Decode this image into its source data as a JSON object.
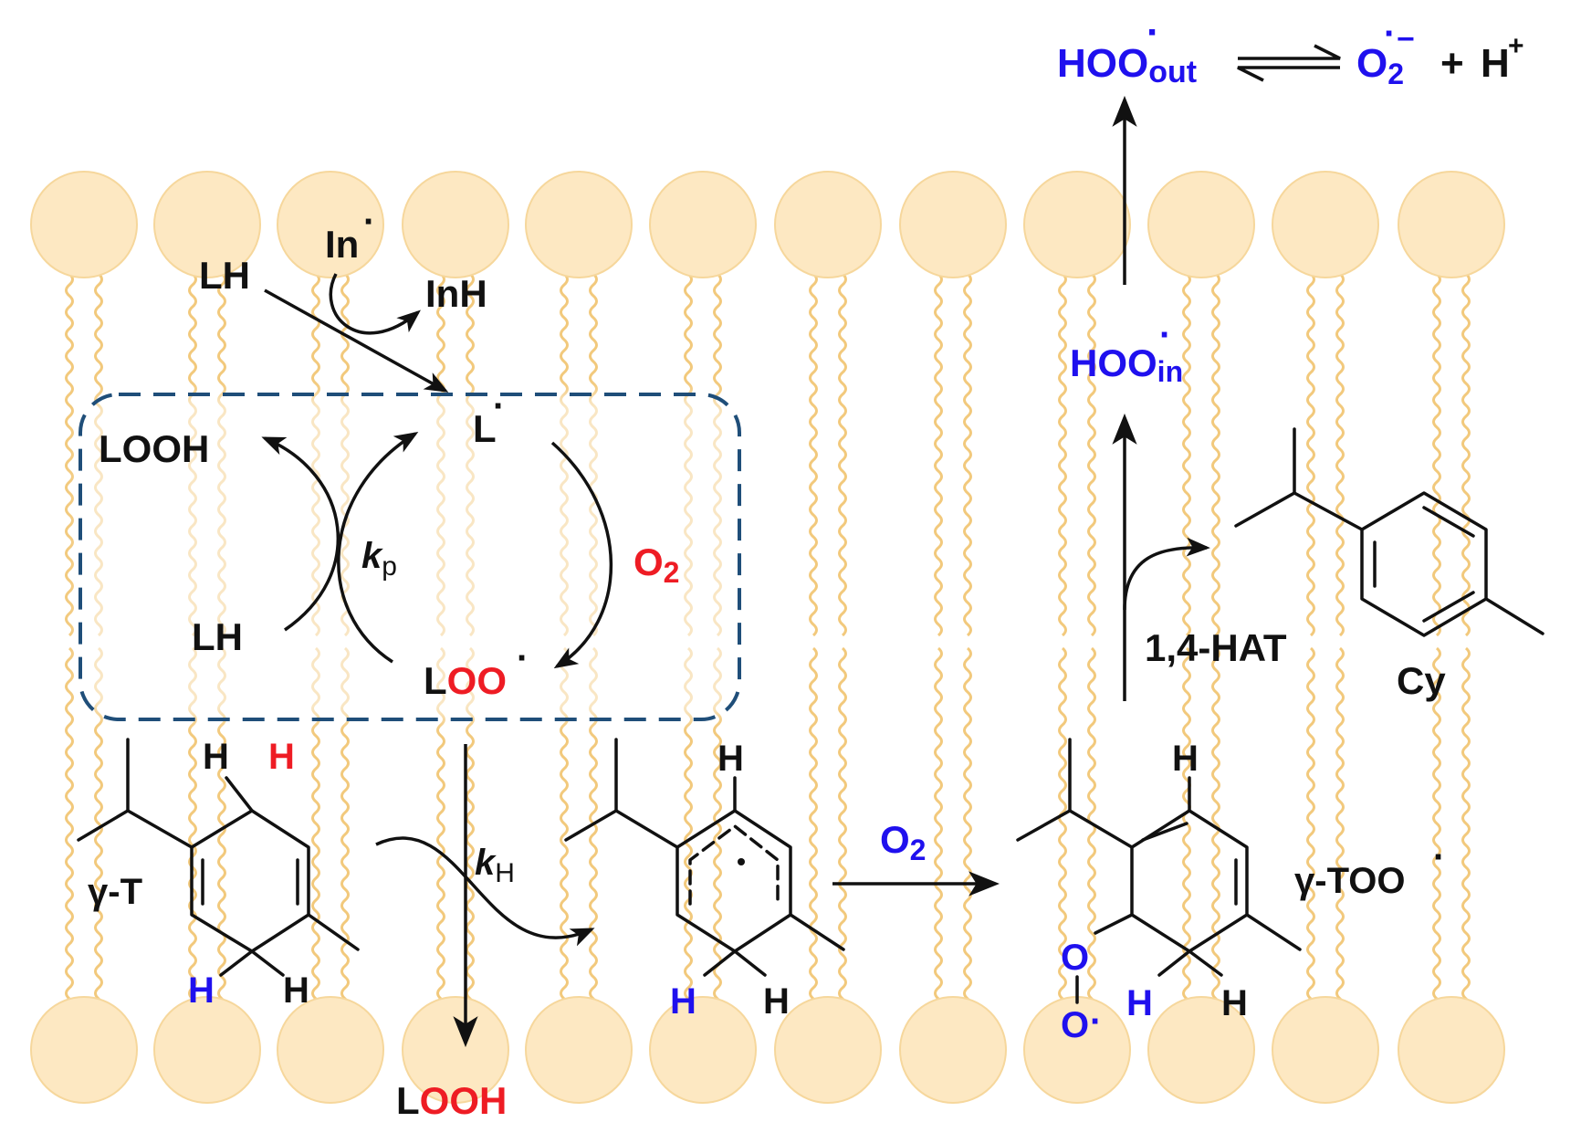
{
  "colors": {
    "membrane_head": "#fde8c2",
    "membrane_head_stroke": "#f6d79c",
    "membrane_tail": "#f2c97c",
    "black": "#111111",
    "red": "#ee1c24",
    "blue": "#1f10ee",
    "box_dash": "#1f4e79"
  },
  "labels": {
    "radical_dot": "·",
    "superscript_minus": "−",
    "plus_sign": "+",
    "superscript_plus": "+",
    "hoo_out_main": "HOO",
    "hoo_out_sub": "out",
    "o2_anion_main": "O",
    "o2_anion_sub": "2",
    "h_proton": "H",
    "in_radical": "In",
    "lh_top": "LH",
    "inh": "InH",
    "l_radical": "L",
    "looh_left": "LOOH",
    "kp_k": "k",
    "kp_sub": "p",
    "o2_red_main": "O",
    "o2_red_sub": "2",
    "lh_bottom": "LH",
    "loo_l": "L",
    "loo_oo": "OO",
    "hoo_in_main": "HOO",
    "hoo_in_sub": "in",
    "hat": "1,4-HAT",
    "cy": "Cy",
    "gt_h_black": "H",
    "gt_h_red": "H",
    "gt_label": "γ-T",
    "gt_h_blue": "H",
    "gt_h_black2": "H",
    "kh_k": "k",
    "kh_sub": "H",
    "rad_h_top": "H",
    "rad_h_blue": "H",
    "rad_h_black": "H",
    "o2_blue_main": "O",
    "o2_blue_sub": "2",
    "too_h_top": "H",
    "too_label": "γ-TOO",
    "too_o1": "O",
    "too_o2": "O",
    "too_h_blue": "H",
    "too_h_black": "H",
    "looh_bottom_l": "L",
    "looh_bottom_ooh": "OOH"
  }
}
